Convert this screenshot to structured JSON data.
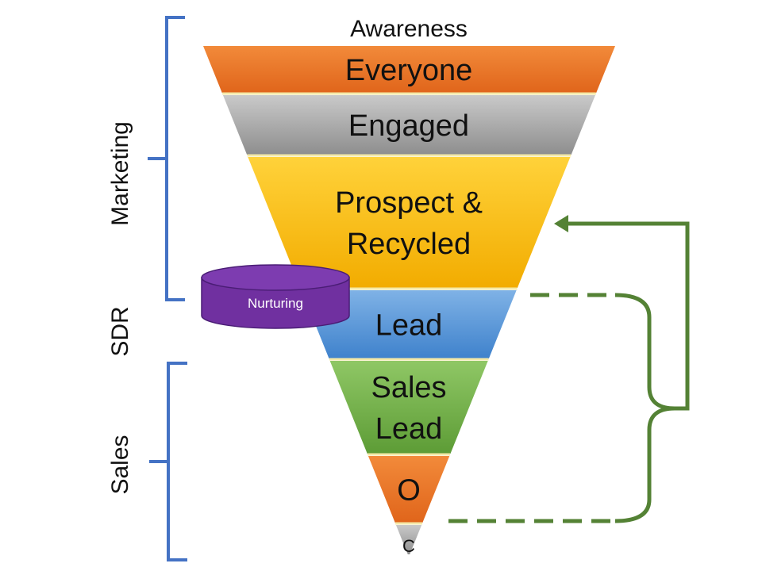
{
  "top_label": "Awareness",
  "stages": [
    {
      "lines": [
        "Everyone"
      ],
      "color_top": "#f28a3a",
      "color_bottom": "#e0651b"
    },
    {
      "lines": [
        "Engaged"
      ],
      "color_top": "#c9c9c9",
      "color_bottom": "#8e8e8e"
    },
    {
      "lines": [
        "Prospect &",
        "Recycled"
      ],
      "color_top": "#ffd23a",
      "color_bottom": "#f2ac00"
    },
    {
      "lines": [
        "Lead"
      ],
      "color_top": "#7fb2e6",
      "color_bottom": "#3f82cc"
    },
    {
      "lines": [
        "Sales",
        "Lead"
      ],
      "color_top": "#8fc765",
      "color_bottom": "#5d9c36"
    },
    {
      "lines": [
        "O"
      ],
      "color_top": "#f28a3a",
      "color_bottom": "#e0651b"
    },
    {
      "lines": [
        "C"
      ],
      "color_top": "#c9c9c9",
      "color_bottom": "#8e8e8e"
    }
  ],
  "side_labels": {
    "marketing": "Marketing",
    "sdr": "SDR",
    "sales": "Sales"
  },
  "nurturing": {
    "label": "Nurturing",
    "color": "#7030a0"
  },
  "colors": {
    "bracket_left": "#4472c4",
    "bracket_right": "#548235"
  }
}
